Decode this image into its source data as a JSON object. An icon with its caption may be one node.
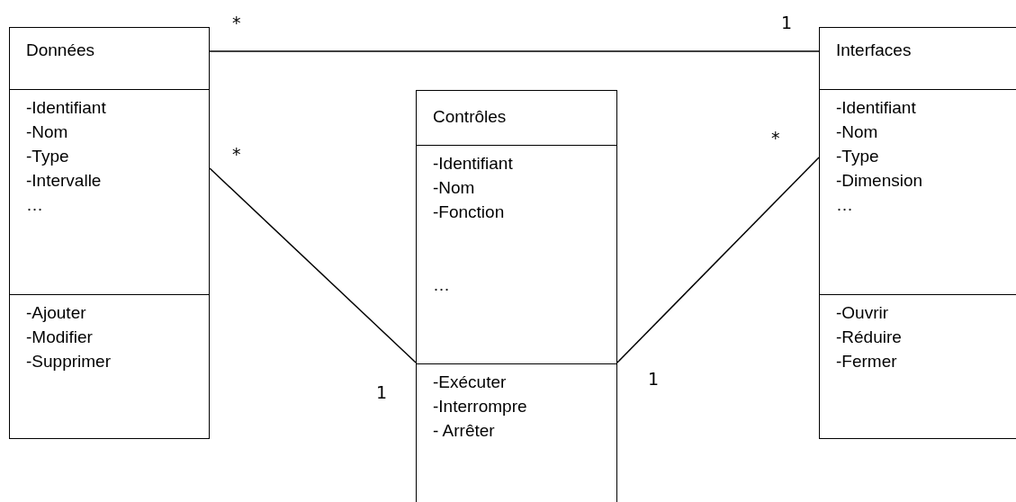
{
  "diagram": {
    "nodes": [
      {
        "text": [
          "Données"
        ]
      },
      {
        "text": [
          "-Identifiant",
          "-Nom",
          "-Type",
          "-Intervalle",
          "…"
        ],
        "in": 0
      },
      {
        "text": [
          "-Ajouter",
          "-Modifier",
          "-Supprimer"
        ],
        "in": 0
      },
      {
        "text": [
          "Contrôles"
        ]
      },
      {
        "text": [
          "-Identifiant",
          "-Nom",
          "-Fonction",
          "…"
        ],
        "in": 3
      },
      {
        "text": [
          "-Exécuter",
          "-Interrompre",
          "- Arrêter"
        ],
        "in": 3
      },
      {
        "text": [
          "Interfaces"
        ]
      },
      {
        "text": [
          "-Identifiant",
          "-Nom",
          "-Type",
          "-Dimension",
          "…"
        ],
        "in": 6
      },
      {
        "text": [
          "-Ouvrir",
          "-Réduire",
          "-Fermer"
        ],
        "in": 6
      }
    ],
    "edges": [
      {
        "from": 0,
        "to": 6,
        "arrow": "none"
      },
      {
        "from": 0,
        "to": 3,
        "arrow": "none"
      },
      {
        "from": 3,
        "to": 6,
        "arrow": "none"
      }
    ],
    "labels": [
      "*",
      "1",
      "*",
      "*",
      "1",
      "1"
    ]
  }
}
